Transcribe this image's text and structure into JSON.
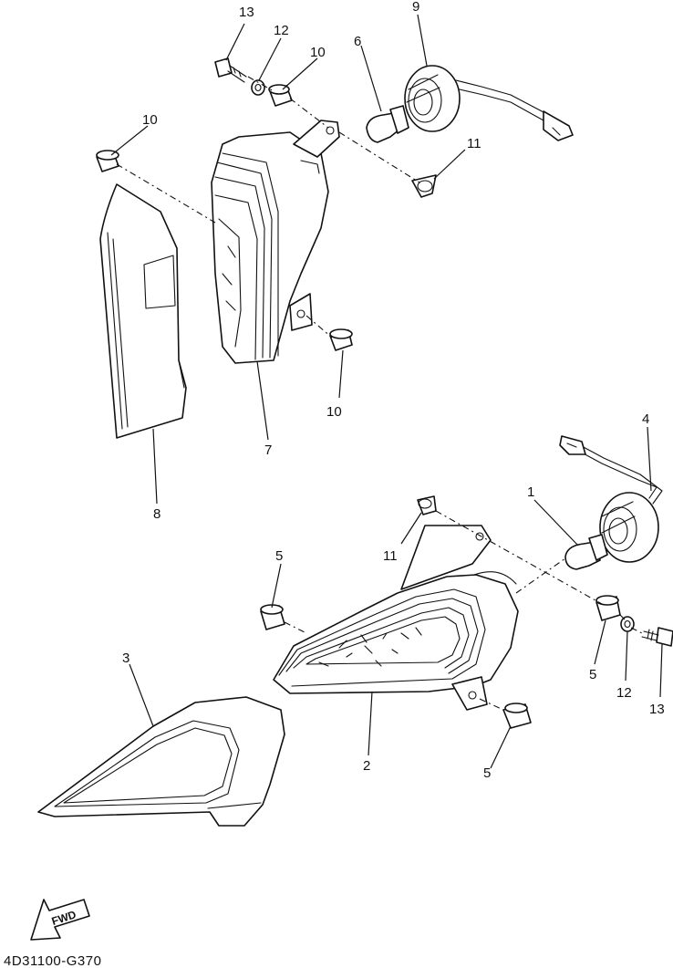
{
  "diagram": {
    "drawing_code": "4D31100-G370",
    "fwd_label": "FWD",
    "callouts": [
      {
        "id": "c1",
        "label": "1"
      },
      {
        "id": "c2",
        "label": "2"
      },
      {
        "id": "c3",
        "label": "3"
      },
      {
        "id": "c4",
        "label": "4"
      },
      {
        "id": "c5a",
        "label": "5"
      },
      {
        "id": "c5b",
        "label": "5"
      },
      {
        "id": "c5c",
        "label": "5"
      },
      {
        "id": "c6",
        "label": "6"
      },
      {
        "id": "c7",
        "label": "7"
      },
      {
        "id": "c8",
        "label": "8"
      },
      {
        "id": "c9",
        "label": "9"
      },
      {
        "id": "c10a",
        "label": "10"
      },
      {
        "id": "c10b",
        "label": "10"
      },
      {
        "id": "c10c",
        "label": "10"
      },
      {
        "id": "c11a",
        "label": "11"
      },
      {
        "id": "c11b",
        "label": "11"
      },
      {
        "id": "c12a",
        "label": "12"
      },
      {
        "id": "c12b",
        "label": "12"
      },
      {
        "id": "c13a",
        "label": "13"
      },
      {
        "id": "c13b",
        "label": "13"
      }
    ]
  }
}
